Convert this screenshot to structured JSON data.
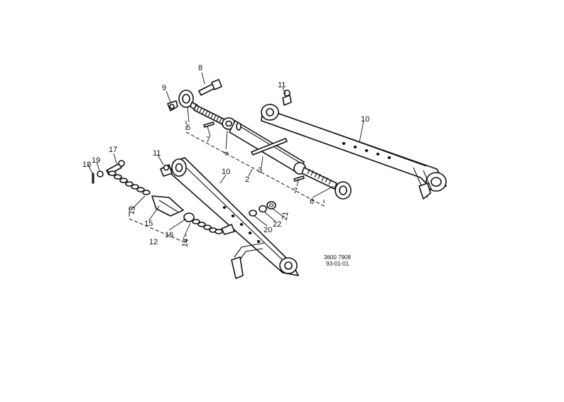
{
  "callouts": {
    "n1": "2",
    "n2": "3",
    "n3": "4",
    "n4": "5",
    "n5": "6",
    "n6": "7",
    "n7": "7",
    "n8": "8",
    "n9": "9",
    "n10": "10",
    "n11": "10",
    "n12": "11",
    "n13": "11",
    "n14": "12",
    "n15": "13",
    "n16": "14",
    "n17": "15",
    "n18": "16",
    "n19": "17",
    "n20": "18",
    "n21": "19",
    "n22": "20",
    "n23": "21",
    "n24": "22"
  },
  "reference_code": {
    "line1": "3600 7908",
    "line2": "93-01-01"
  }
}
